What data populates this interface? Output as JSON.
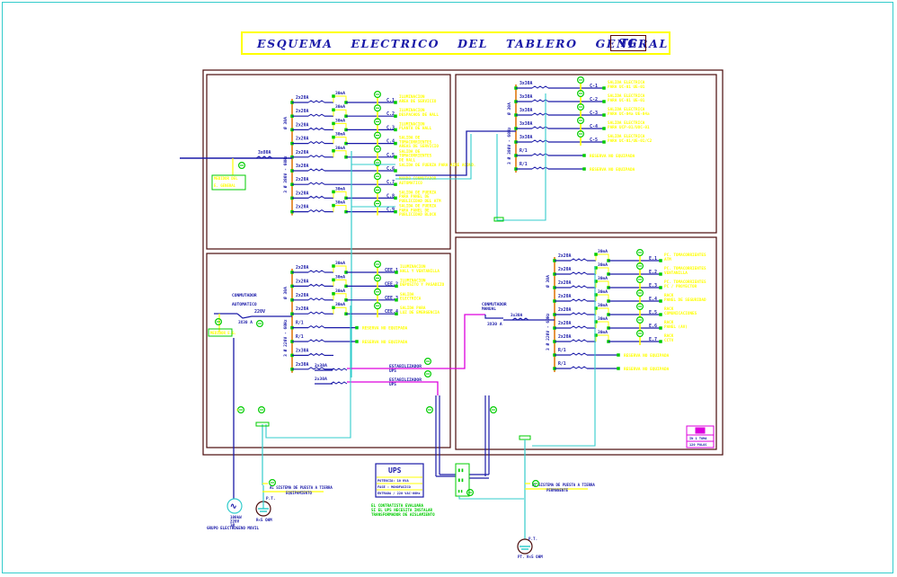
{
  "title": {
    "text": "ESQUEMA ELECTRICO DEL TABLERO GENERAL",
    "tag": "TG"
  },
  "colors": {
    "bus": "#1a1aa8",
    "ground": "#33cccc",
    "label": "#ffff00",
    "green": "#00cc00",
    "orange": "#e07a10",
    "magenta": "#dd00dd",
    "frame": "#4a0a0a"
  },
  "main_feed": {
    "breaker": "3x80A",
    "meter_label": [
      "MEDIDOR DEL",
      "E. GENERAL"
    ]
  },
  "panels": [
    {
      "id": "panel-tl",
      "bus_label": "3 Ø 380V - 60Hz",
      "bus_rating": "Ø 30A",
      "circuits": [
        {
          "breaker": "2x20A",
          "diff": "30mA",
          "id": "C.1",
          "desc": [
            "ILUMINACION",
            "AREA DE SERVICIO"
          ]
        },
        {
          "breaker": "2x20A",
          "diff": "30mA",
          "id": "C.2",
          "desc": [
            "ILUMINACION",
            "DESPACHOS DE HALL"
          ]
        },
        {
          "breaker": "2x20A",
          "diff": "30mA",
          "id": "C.3",
          "desc": [
            "ILUMINACION",
            "PLANTA DE HALL"
          ]
        },
        {
          "breaker": "2x20A",
          "diff": "30mA",
          "id": "C.4",
          "desc": [
            "SALIDA DE",
            "TOMACORRIENTES",
            "AREAS DE SERVICIO"
          ]
        },
        {
          "breaker": "2x20A",
          "diff": "30mA",
          "id": "C.5",
          "desc": [
            "SALIDA DE",
            "TOMACORRIENTES",
            "DE HALL"
          ]
        },
        {
          "breaker": "3x20A",
          "diff": "",
          "id": "C.6",
          "desc": [
            "SALIDA DE FUERZA PARA AIRE ACOND."
          ]
        },
        {
          "breaker": "2x20A",
          "diff": "",
          "id": "C.7",
          "desc": [
            "MANDO CONMUTADOR",
            "AUTOMATICO"
          ]
        },
        {
          "breaker": "2x20A",
          "diff": "30mA",
          "id": "C.8",
          "desc": [
            "SALIDA DE FUERZA",
            "PARA PANEL DE",
            "PUBLICIDAD DEL ATM"
          ]
        },
        {
          "breaker": "2x20A",
          "diff": "30mA",
          "id": "C.9",
          "desc": [
            "SALIDA DE FUERZA",
            "PARA PANEL DE",
            "PUBLICIDAD BLOCK"
          ]
        }
      ]
    },
    {
      "id": "panel-tr",
      "bus_label": "3 Ø 380V - 60Hz",
      "bus_rating": "Ø 30A",
      "circuits": [
        {
          "breaker": "3x30A",
          "id": "C-1",
          "desc": [
            "SALIDA ELECTRICA",
            "PARA UC-01 UE-01"
          ]
        },
        {
          "breaker": "3x30A",
          "id": "C-2",
          "desc": [
            "SALIDA ELECTRICA",
            "PARA UC-01 UE-01"
          ]
        },
        {
          "breaker": "3x30A",
          "id": "C-3",
          "desc": [
            "SALIDA ELECTRICA",
            "PARA UC-04a UE-04a"
          ]
        },
        {
          "breaker": "3x30A",
          "id": "C-4",
          "desc": [
            "SALIDA ELECTRICA",
            "PARA UCP-01/UOC-01"
          ]
        },
        {
          "breaker": "3x30A",
          "id": "C-5",
          "desc": [
            "SALIDA ELECTRICA",
            "PARA UC-01/UE-01/C2"
          ]
        },
        {
          "breaker": "R/1",
          "id": "",
          "desc": [
            "RESERVA NO EQUIPADA"
          ]
        },
        {
          "breaker": "R/1",
          "id": "",
          "desc": [
            "RESERVA NO EQUIPADA"
          ]
        }
      ]
    },
    {
      "id": "panel-bl",
      "bus_label": "3 Ø 220V - 60Hz",
      "bus_rating": "Ø 30A",
      "switch_label": [
        "CONMUTADOR",
        "AUTOMATICO"
      ],
      "switch_rating": "3X30 A",
      "voltage": "220V",
      "meter_label": "MEDIDOR E.G.",
      "circuits": [
        {
          "breaker": "2x20A",
          "diff": "30mA",
          "id": "CEE.1",
          "desc": [
            "ILUMINACION",
            "HALL Y VENTANILLA"
          ]
        },
        {
          "breaker": "2x20A",
          "diff": "30mA",
          "id": "CEE.2",
          "desc": [
            "ILUMINACION",
            "DEPOSITO Y PASADIZO"
          ]
        },
        {
          "breaker": "2x20A",
          "diff": "30mA",
          "id": "CEE.3",
          "desc": [
            "SALIDA",
            "ELECTRICA"
          ]
        },
        {
          "breaker": "2x20A",
          "diff": "30mA",
          "id": "CEE.4",
          "desc": [
            "SALIDA PARA",
            "LUZ DE EMERGENCIA"
          ]
        },
        {
          "breaker": "R/1",
          "id": "",
          "desc": [
            "RESERVA NO EQUIPADA"
          ]
        },
        {
          "breaker": "R/1",
          "id": "",
          "desc": [
            "RESERVA NO EQUIPADA"
          ]
        },
        {
          "breaker": "2x30A",
          "id": "",
          "desc": [
            "ESTABILIZADOR",
            "UPS"
          ]
        },
        {
          "breaker": "2x30A",
          "id": "",
          "desc": [
            "ESTABILIZADOR",
            "UPS"
          ]
        }
      ]
    },
    {
      "id": "panel-br",
      "bus_label": "3 Ø 220V - 60Hz",
      "bus_rating": "Ø 30A",
      "switch_label": [
        "CONMUTADOR",
        "MANUAL"
      ],
      "switch_rating": "3X30 A",
      "feed_breaker": "3x30A",
      "circuits": [
        {
          "breaker": "2x20A",
          "diff": "30mA",
          "id": "E.1",
          "desc": [
            "PC. TOMACORRIENTES",
            "ATM"
          ]
        },
        {
          "breaker": "2x20A",
          "diff": "30mA",
          "id": "E.2",
          "desc": [
            "PC. TOMACORRIENTES",
            "VENTANILLA"
          ]
        },
        {
          "breaker": "2x20A",
          "diff": "30mA",
          "id": "E.3",
          "desc": [
            "PC. TOMACORRIENTES",
            "PC / PROYECTOR"
          ]
        },
        {
          "breaker": "2x20A",
          "diff": "30mA",
          "id": "E.4",
          "desc": [
            "RACK",
            "PANEL DE SEGURIDAD"
          ]
        },
        {
          "breaker": "2x20A",
          "diff": "30mA",
          "id": "E.5",
          "desc": [
            "RACK",
            "COMUNICACIONES"
          ]
        },
        {
          "breaker": "2x20A",
          "diff": "30mA",
          "id": "E.6",
          "desc": [
            "RACK",
            "PANEL (AV)"
          ]
        },
        {
          "breaker": "2x20A",
          "diff": "30mA",
          "id": "E.7",
          "desc": [
            "RACK",
            "CCTV"
          ]
        },
        {
          "breaker": "R/1",
          "id": "",
          "desc": [
            "RESERVA NO EQUIPADA"
          ]
        },
        {
          "breaker": "R/1",
          "id": "",
          "desc": [
            "RESERVA NO EQUIPADA"
          ]
        }
      ],
      "legend": [
        "IN 1 TOMA",
        "120 POLOS"
      ]
    }
  ],
  "ups_box": {
    "title": "UPS",
    "lines": [
      "POTENCIA: 10 KVA",
      "FASE : MONOFASICO",
      "ENTRADA / 220 VAC-60Hz"
    ]
  },
  "ups_note": [
    "EL CONTRATISTA EVALUARA",
    "SI EL UPS NECESITA INSTALAR",
    "TRANSFORMADOR DE AISLAMIENTO"
  ],
  "generator": {
    "label": [
      "100kW",
      "220V",
      "3Ø"
    ],
    "caption": "GRUPO ELECTROGENO MOVIL"
  },
  "ground_left": {
    "label": "P.T.",
    "caption": "R<5 OHM",
    "note": [
      "AL SISTEMA DE PUESTA A TIERRA",
      "EQUIPAMIENTO"
    ]
  },
  "ground_right": {
    "label": "P.T.",
    "caption": "PT. R<5 OHM",
    "note": [
      "AL SISTEMA DE PUESTA A TIERRA",
      "PERMANENTE"
    ]
  }
}
